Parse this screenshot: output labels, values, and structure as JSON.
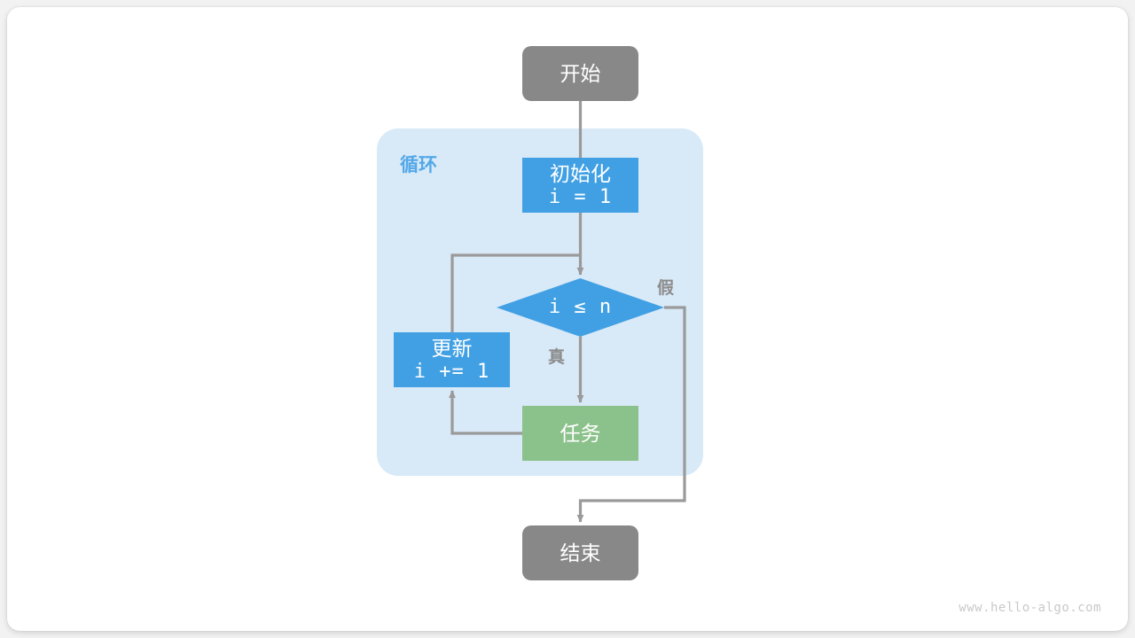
{
  "diagram": {
    "title_watermark": "www.hello-algo.com",
    "colors": {
      "terminal": "#888888",
      "process_blue": "#41a0e4",
      "task_green": "#8bc18a",
      "loop_background": "#d8e9f8",
      "edge": "#9a9a9a",
      "loop_label": "#53a8e8",
      "edge_label": "#8c8c8c",
      "card": "#ffffff",
      "page": "#f2f2f2"
    },
    "loop_group": {
      "label": "循环"
    },
    "nodes": [
      {
        "id": "start",
        "shape": "stadium",
        "lines": [
          "开始"
        ],
        "type": "terminal"
      },
      {
        "id": "init",
        "shape": "rect",
        "lines": [
          "初始化",
          "i = 1"
        ],
        "type": "process"
      },
      {
        "id": "cond",
        "shape": "diamond",
        "lines": [
          "i ≤ n"
        ],
        "type": "decision"
      },
      {
        "id": "update",
        "shape": "rect",
        "lines": [
          "更新",
          "i += 1"
        ],
        "type": "process"
      },
      {
        "id": "task",
        "shape": "rect",
        "lines": [
          "任务"
        ],
        "type": "task"
      },
      {
        "id": "end",
        "shape": "stadium",
        "lines": [
          "结束"
        ],
        "type": "terminal"
      }
    ],
    "node_text": {
      "start": "开始",
      "init_line1": "初始化",
      "init_line2": "i = 1",
      "cond": "i ≤ n",
      "update_line1": "更新",
      "update_line2": "i += 1",
      "task": "任务",
      "end": "结束"
    },
    "edge_labels": {
      "true": "真",
      "false": "假"
    },
    "edges": [
      {
        "from": "start",
        "to": "cond",
        "label": ""
      },
      {
        "from": "init",
        "to": "cond",
        "label": ""
      },
      {
        "from": "cond",
        "to": "task",
        "label": "真"
      },
      {
        "from": "cond",
        "to": "end",
        "label": "假"
      },
      {
        "from": "task",
        "to": "update",
        "label": ""
      },
      {
        "from": "update",
        "to": "cond",
        "label": ""
      }
    ]
  }
}
